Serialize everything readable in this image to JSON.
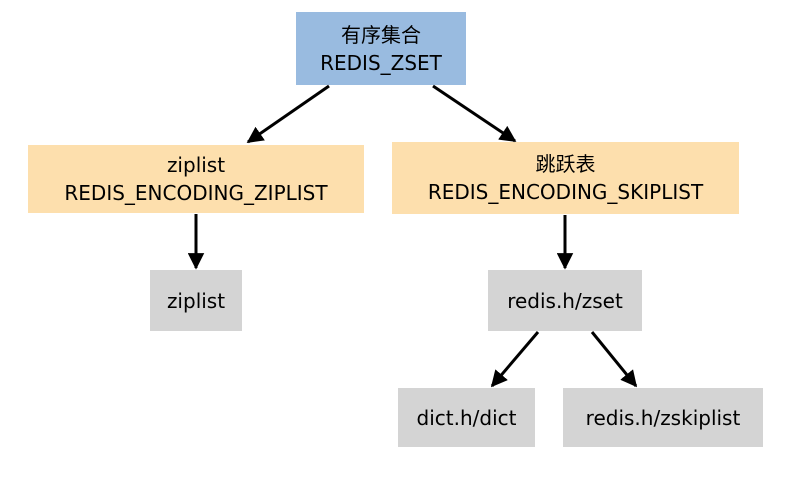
{
  "colors": {
    "root": "#99bbe0",
    "encoding": "#fddfad",
    "structure": "#d4d4d4",
    "edge": "#000000"
  },
  "nodes": {
    "root": {
      "line1": "有序集合",
      "line2": "REDIS_ZSET"
    },
    "ziplist_encoding": {
      "line1": "ziplist",
      "line2": "REDIS_ENCODING_ZIPLIST"
    },
    "skiplist_encoding": {
      "line1": "跳跃表",
      "line2": "REDIS_ENCODING_SKIPLIST"
    },
    "ziplist": {
      "label": "ziplist"
    },
    "zset": {
      "label": "redis.h/zset"
    },
    "dict": {
      "label": "dict.h/dict"
    },
    "zskiplist": {
      "label": "redis.h/zskiplist"
    }
  },
  "edges": [
    {
      "from": "root",
      "to": "ziplist_encoding"
    },
    {
      "from": "root",
      "to": "skiplist_encoding"
    },
    {
      "from": "ziplist_encoding",
      "to": "ziplist"
    },
    {
      "from": "skiplist_encoding",
      "to": "zset"
    },
    {
      "from": "zset",
      "to": "dict"
    },
    {
      "from": "zset",
      "to": "zskiplist"
    }
  ]
}
